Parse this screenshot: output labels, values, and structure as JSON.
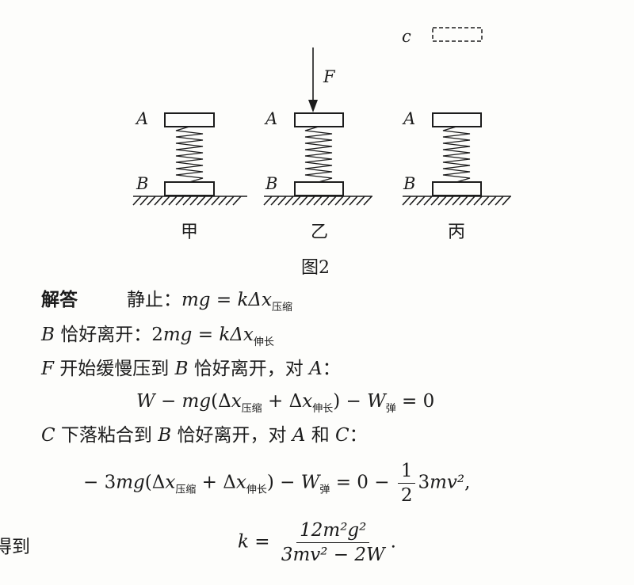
{
  "figure": {
    "panels": [
      {
        "top_label": "A",
        "bottom_label": "B",
        "name": "甲"
      },
      {
        "top_label": "A",
        "bottom_label": "B",
        "name": "乙",
        "force_label": "F"
      },
      {
        "top_label": "A",
        "bottom_label": "B",
        "name": "丙",
        "dropped_label": "c"
      }
    ],
    "caption": "图2"
  },
  "solution": {
    "heading": "解答",
    "lines": [
      [
        "静止：",
        "mg",
        " = ",
        "kΔx",
        "压缩"
      ],
      [
        "B",
        " 恰好离开：2",
        "mg",
        " = ",
        "kΔx",
        "伸长"
      ],
      [
        "F",
        " 开始缓慢压到 ",
        "B",
        " 恰好离开，对 ",
        "A",
        "："
      ],
      [
        "W",
        " − ",
        "mg",
        "(Δ",
        "x",
        "压缩",
        " + Δ",
        "x",
        "伸长",
        ") − ",
        "W",
        "弹",
        " = 0"
      ],
      [
        "C",
        " 下落粘合到 ",
        "B",
        " 恰好离开，对 ",
        "A",
        " 和 ",
        "C",
        "："
      ],
      [
        "− 3",
        "mg",
        "(Δ",
        "x",
        "压缩",
        " + Δ",
        "x",
        "伸长",
        ") − ",
        "W",
        "弹",
        " = 0 − ",
        "1",
        "2",
        "3",
        "mv²",
        ","
      ],
      [
        "得到",
        "k",
        " = ",
        "12m²g²",
        "3mv² − 2W",
        "."
      ]
    ]
  }
}
